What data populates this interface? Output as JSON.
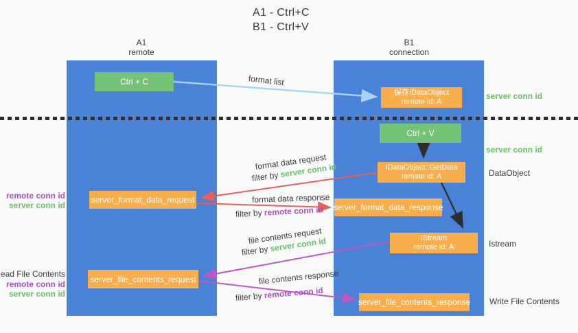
{
  "title": {
    "line1": "A1 - Ctrl+C",
    "line2": "B1 - Ctrl+V"
  },
  "lifelines": {
    "left": {
      "name": "A1",
      "subtitle": "remote"
    },
    "right": {
      "name": "B1",
      "subtitle": "connection"
    }
  },
  "nodes": {
    "ctrl_c": {
      "label": "Ctrl + C"
    },
    "save_dataobject": {
      "line1": "保存IDataObject",
      "line2": "remote id: A"
    },
    "ctrl_v": {
      "label": "Ctrl + V"
    },
    "getdata": {
      "line1": "IDataObject::GetData",
      "line2": "remote id: A"
    },
    "server_format_data_request": {
      "label": "server_format_data_request"
    },
    "server_format_data_response": {
      "label": "server_format_data_response"
    },
    "istream": {
      "line1": "IStream",
      "line2": "remote id: A"
    },
    "server_file_contents_request": {
      "label": "server_file_contents_request"
    },
    "server_file_contents_response": {
      "label": "server_file_contents_response"
    }
  },
  "messages": {
    "format_list": {
      "label": "format list"
    },
    "format_data_request": {
      "label": "format data request",
      "filter_prefix": "filter by",
      "filter_key": "server conn id"
    },
    "format_data_response": {
      "label": "format data response",
      "filter_prefix": "filter by",
      "filter_key": "remote conn id"
    },
    "file_contents_request": {
      "label": "file contents request",
      "filter_prefix": "filter by",
      "filter_key": "server conn id"
    },
    "file_contents_response": {
      "label": "file contents response",
      "filter_prefix": "filter by",
      "filter_key": "remote conn id"
    }
  },
  "side_labels": {
    "right_top_server_conn_id": "server conn id",
    "right_mid_server_conn_id": "server conn id",
    "dataobject": "DataObject",
    "istream": "Istream",
    "write_file_contents": "Write File Contents",
    "read_file_contents": "Read File Contents",
    "left_top_remote_conn_id": "remote conn id",
    "left_top_server_conn_id": "server conn id",
    "left_bottom_remote_conn_id": "remote conn id",
    "left_bottom_server_conn_id": "server conn id"
  },
  "colors": {
    "lifeline_blue": "#4a82d8",
    "action_green": "#74c276",
    "node_orange": "#f9ae4d",
    "arrow_lightblue": "#a9d3ef",
    "arrow_black": "#2d2d2d",
    "arrow_red": "#e6605a",
    "arrow_magenta": "#bc59c5",
    "text_dark": "#3c3c3c",
    "key_green": "#6abf69",
    "key_purple": "#ab4fc9",
    "background": "#f8f9f9"
  }
}
